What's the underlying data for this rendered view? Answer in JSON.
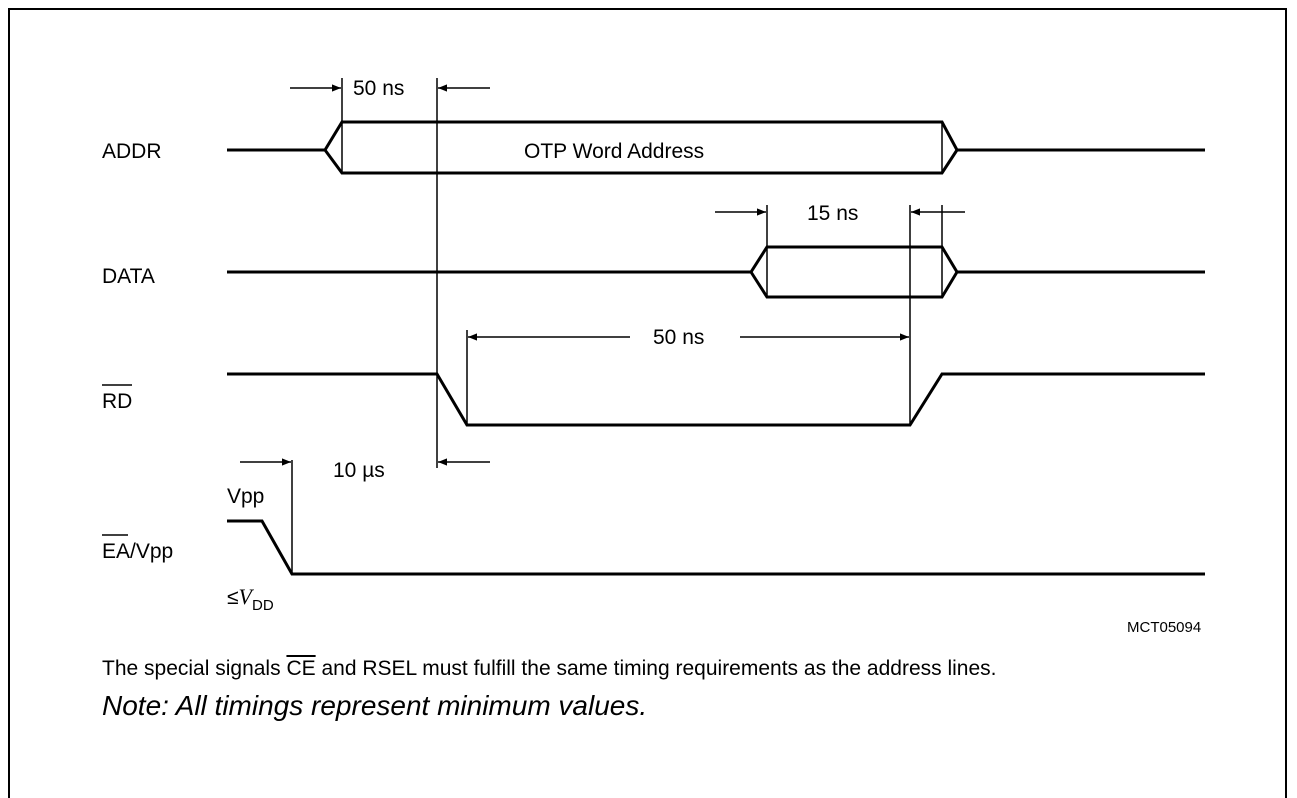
{
  "diagram": {
    "signals": {
      "addr": "ADDR",
      "data": "DATA",
      "rd": "RD",
      "ea_bar": "EA",
      "ea_rest": "/Vpp"
    },
    "bus_label": "OTP Word Address",
    "timings": {
      "addr_setup": "50 ns",
      "data_hold": "15 ns",
      "rd_pulse": "50 ns",
      "vpp_delay": "10 µs"
    },
    "levels": {
      "vpp": "Vpp",
      "vdd_prefix": "≤",
      "vdd_v": "V",
      "vdd_sub": "DD"
    },
    "figure_code": "MCT05094"
  },
  "notes": {
    "line1_before": "The special signals ",
    "line1_ce": "CE",
    "line1_after": " and RSEL must fulfill the same timing requirements as the address lines.",
    "line2": "Note: All timings represent minimum values."
  }
}
